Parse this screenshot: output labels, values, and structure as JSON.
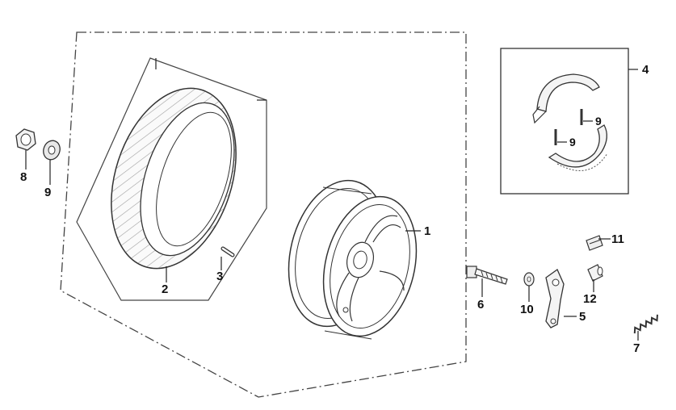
{
  "callouts": {
    "p1": "1",
    "p2": "2",
    "p3": "3",
    "p4": "4",
    "p5": "5",
    "p6": "6",
    "p7": "7",
    "p8": "8",
    "p9_left": "9",
    "p9_shoe_upper": "9",
    "p9_shoe_lower": "9",
    "p10": "10",
    "p11": "11",
    "p12": "12"
  },
  "parts": [
    {
      "ref": "1",
      "icon": "wheel-rim-icon"
    },
    {
      "ref": "2",
      "icon": "tire-icon"
    },
    {
      "ref": "3",
      "icon": "valve-icon"
    },
    {
      "ref": "4",
      "icon": "brake-shoe-set-icon"
    },
    {
      "ref": "5",
      "icon": "brake-arm-icon"
    },
    {
      "ref": "6",
      "icon": "bolt-icon"
    },
    {
      "ref": "7",
      "icon": "spring-icon"
    },
    {
      "ref": "8",
      "icon": "nut-icon"
    },
    {
      "ref": "9",
      "icon": "washer-icon"
    },
    {
      "ref": "10",
      "icon": "washer-icon"
    },
    {
      "ref": "11",
      "icon": "cap-icon"
    },
    {
      "ref": "12",
      "icon": "collar-icon"
    }
  ],
  "colors": {
    "line": "#333333",
    "label": "#111111",
    "background": "#ffffff"
  }
}
